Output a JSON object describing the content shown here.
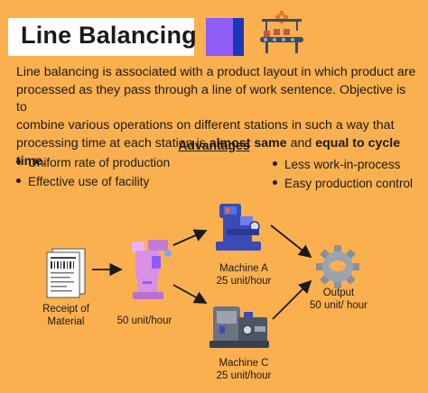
{
  "header": {
    "title": "Line Balancing",
    "accent_purple": "#8f5cf7",
    "accent_blue": "#1e36b8",
    "logo_icon": "conveyor-belt-icon"
  },
  "description": {
    "line1": "Line balancing  is associated with a product layout in which product are",
    "line2": "processed as they pass through a line of work sentence. Objective is to",
    "line3": "combine various operations on different stations in such a way that",
    "line4_start": "processing time at each station is ",
    "line4_bold1": "almost same",
    "line4_mid": " and ",
    "line4_bold2": "equal to cycle time",
    "line4_end": "."
  },
  "advantages": {
    "heading": "Advantages",
    "left": [
      "Uniform rate of production",
      "Effective use of facility"
    ],
    "right": [
      "Less work-in-process",
      "Easy production control"
    ]
  },
  "flow": {
    "receipt_line1": "Receipt of",
    "receipt_line2": "Material",
    "station1_rate": "50 unit/hour",
    "machineA_name": "Machine A",
    "machineA_rate": "25 unit/hour",
    "machineC_name": "Machine C",
    "machineC_rate": "25 unit/hour",
    "output_name": "Output",
    "output_rate": "50 unit/ hour"
  },
  "colors": {
    "background": "#fbb04f",
    "machine_blue": "#3a4bb5",
    "machine_pink": "#d98fe6",
    "machine_gray": "#6b7280"
  }
}
